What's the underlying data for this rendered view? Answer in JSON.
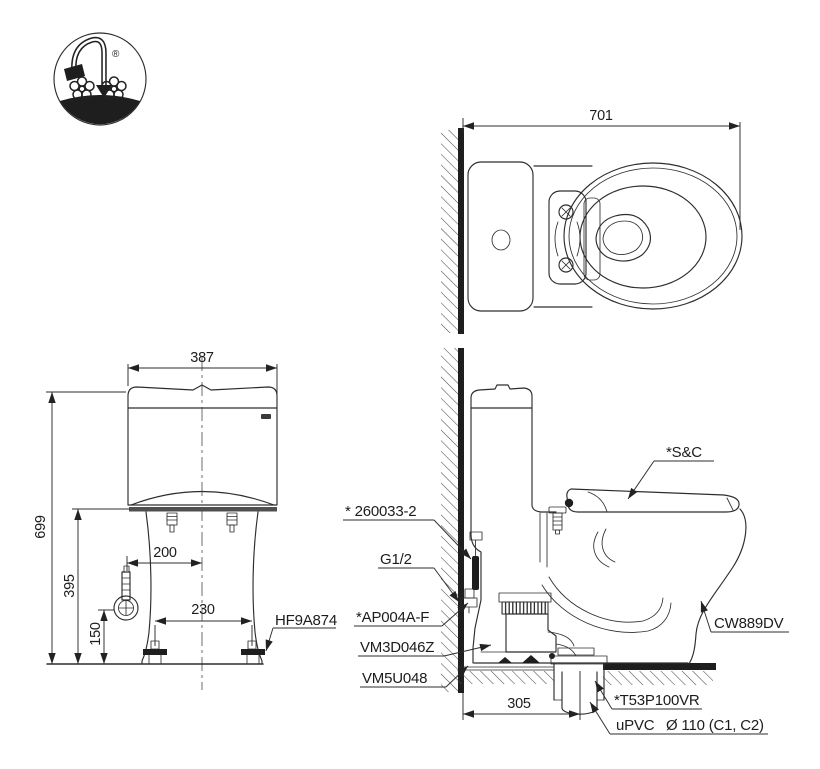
{
  "colors": {
    "line": "#2d2d2d",
    "wall": "#1e1e1e",
    "band": "#4f4f4f",
    "background": "#ffffff"
  },
  "logo": {
    "registered_mark": "®"
  },
  "top_view": {
    "width_dim": "701"
  },
  "front_view": {
    "width_dim": "387",
    "height_dim": "699",
    "rim_height_dim": "395",
    "supply_height_dim": "150",
    "supply_offset_dim": "200",
    "bolt_spacing_dim": "230",
    "fixing_label": "HF9A874"
  },
  "side_view": {
    "outlet_dim": "305",
    "seat_label": "*S&C",
    "hose_label": "* 260033-2",
    "inlet_label": "G1/2",
    "fill_valve_label": "*AP004A-F",
    "flush_valve_label": "VM3D046Z",
    "gasket_label": "VM5U048",
    "model_label": "CW889DV",
    "socket_label": "*T53P100VR",
    "pipe_material_label": "uPVC",
    "pipe_size_label": "Ø 110 (C1, C2)"
  }
}
